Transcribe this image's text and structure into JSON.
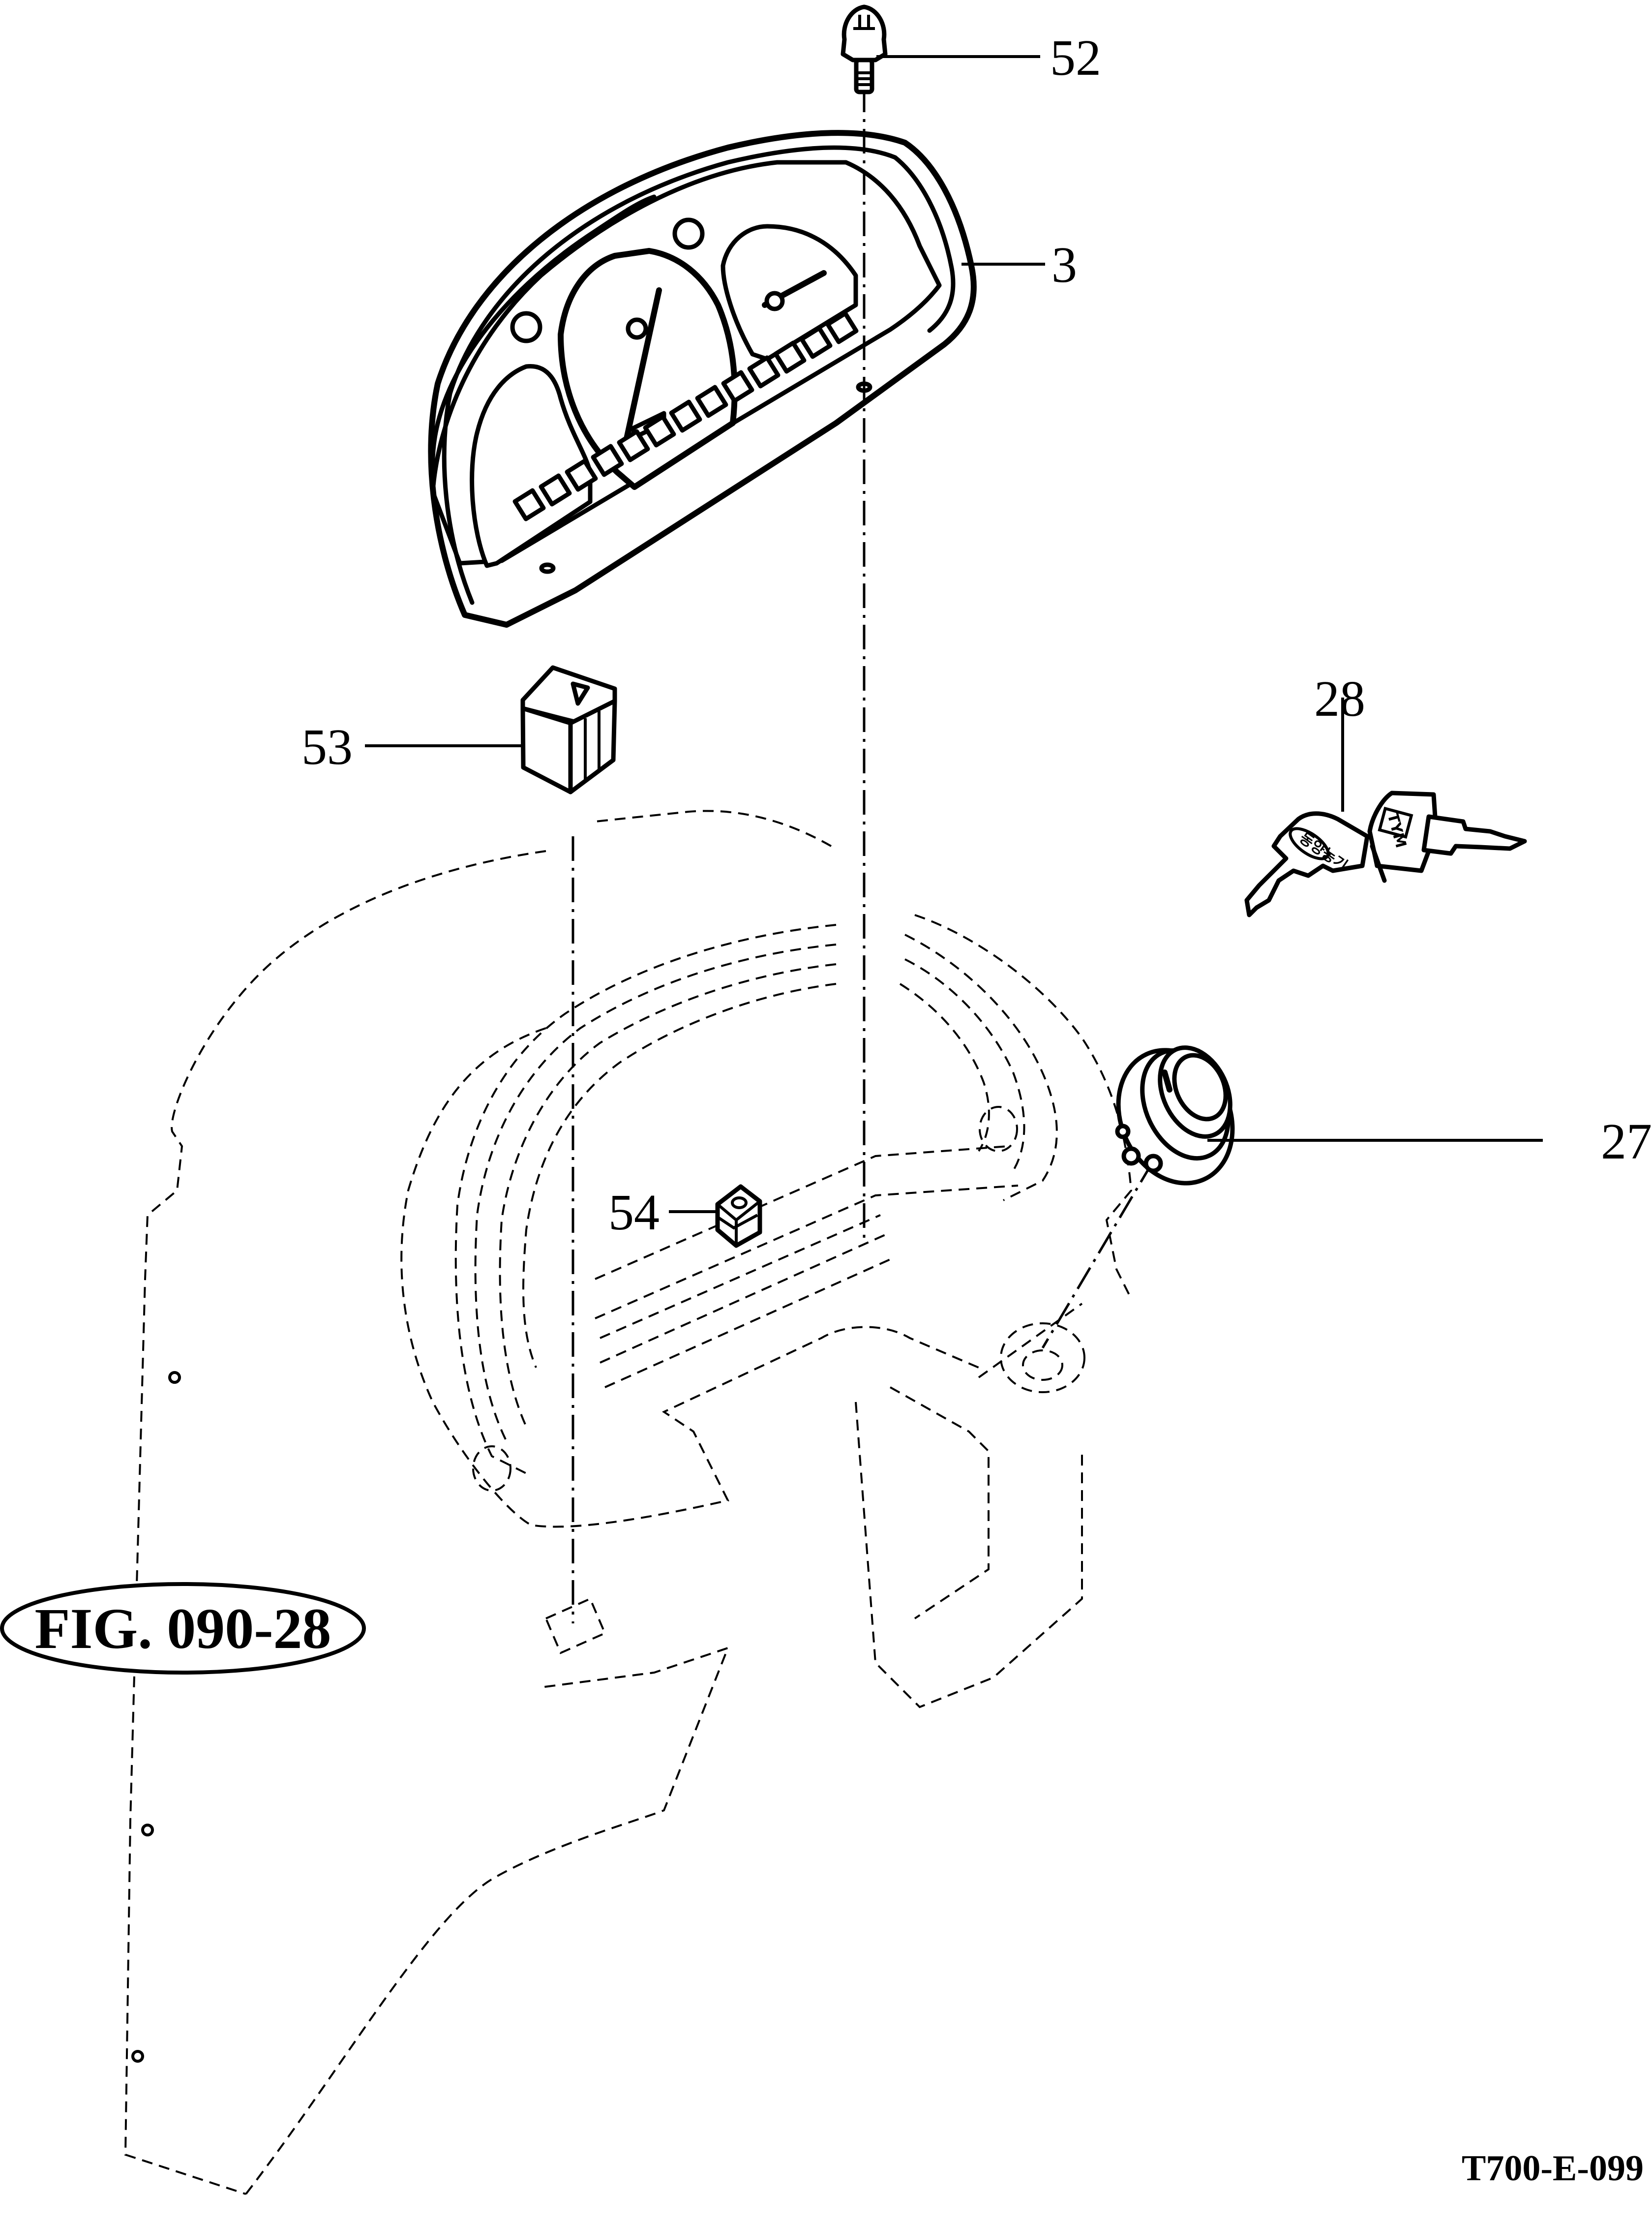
{
  "figure": {
    "label": "FIG. 090-28",
    "drawing_code": "T700-E-099"
  },
  "callouts": [
    {
      "id": "52",
      "part": "screw"
    },
    {
      "id": "3",
      "part": "instrument-cluster"
    },
    {
      "id": "53",
      "part": "hazard-switch"
    },
    {
      "id": "28",
      "part": "key-set"
    },
    {
      "id": "27",
      "part": "ignition-switch"
    },
    {
      "id": "54",
      "part": "clip-nut"
    }
  ],
  "key_fob": {
    "brand_left": "동양농기",
    "brand_right": "TYM"
  },
  "colors": {
    "line": "#000000",
    "background": "#ffffff"
  }
}
